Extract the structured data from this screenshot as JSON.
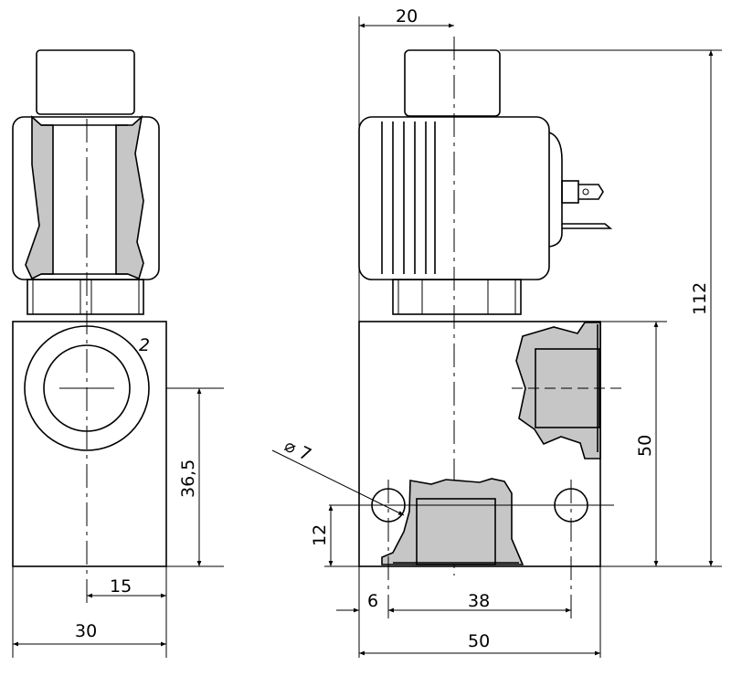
{
  "labels": {
    "port_number": "2",
    "dim_center_height": "36,5",
    "dim_half_width": "15",
    "dim_side_width": "30",
    "dim_cap_width": "20",
    "dim_total_height": "112",
    "dim_body_height": "50",
    "dim_hole_diameter": "⌀ 7",
    "dim_hole_height": "12",
    "dim_hole_offset": "6",
    "dim_hole_spacing": "38",
    "dim_body_width": "50"
  },
  "colors": {
    "section_fill": "#c6c6c6",
    "line": "#000000"
  }
}
